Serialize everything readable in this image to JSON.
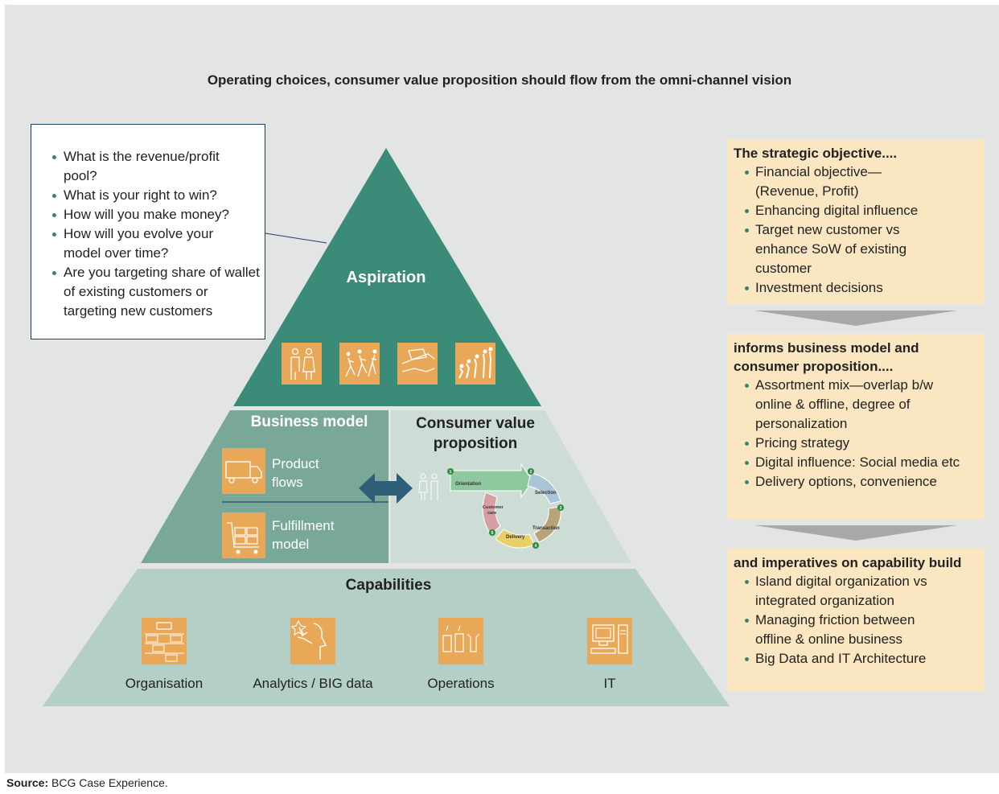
{
  "title": "Operating choices, consumer value proposition should flow from the omni-channel vision",
  "source": {
    "label": "Source:",
    "text": "BCG Case Experience."
  },
  "callout": {
    "items": [
      "What is the revenue/profit pool?",
      "What is your right to win?",
      "How will you make money?",
      "How will you evolve your model over time?",
      "Are you targeting share of wallet of existing customers or targeting new customers"
    ]
  },
  "pyramid": {
    "top_label": "Aspiration",
    "business_model": {
      "title": "Business model",
      "items": [
        {
          "label_1": "Product",
          "label_2": "flows",
          "icon": "truck-icon"
        },
        {
          "label_1": "Fulfillment",
          "label_2": "model",
          "icon": "shopping-cart-icon"
        }
      ]
    },
    "cvp": {
      "title_1": "Consumer value",
      "title_2": "proposition",
      "cycle": [
        {
          "step": "1",
          "label": "Orientation"
        },
        {
          "step": "2",
          "label": "Selection"
        },
        {
          "step": "3",
          "label": "Transaction"
        },
        {
          "step": "4",
          "label": "Delivery"
        },
        {
          "step": "5",
          "label": "Customer care"
        }
      ]
    },
    "capabilities": {
      "title": "Capabilities",
      "items": [
        {
          "label": "Organisation",
          "icon": "org-chart-icon"
        },
        {
          "label": "Analytics / BIG data",
          "icon": "analyst-icon"
        },
        {
          "label": "Operations",
          "icon": "tools-icon"
        },
        {
          "label": "IT",
          "icon": "computer-icon"
        }
      ]
    },
    "colors": {
      "top": "#3a8c78",
      "mid_left": "#7aa898",
      "mid_right": "#cdddd6",
      "bottom": "#b4cfc6",
      "icon": "#e9a758"
    }
  },
  "objectives": [
    {
      "heading": "The strategic objective....",
      "items": [
        "Financial objective—(Revenue, Profit)",
        "Enhancing digital influence",
        "Target new customer vs enhance SoW of existing customer",
        "Investment decisions"
      ]
    },
    {
      "heading": "informs business model and consumer proposition....",
      "items": [
        "Assortment mix—overlap b/w online & offline, degree of personalization",
        "Pricing strategy",
        "Digital influence: Social media etc",
        "Delivery options, convenience"
      ]
    },
    {
      "heading": "and imperatives on capability build",
      "items": [
        "Island digital organization vs integrated organization",
        "Managing friction between offline & online business",
        "Big Data and IT Architecture"
      ]
    }
  ]
}
